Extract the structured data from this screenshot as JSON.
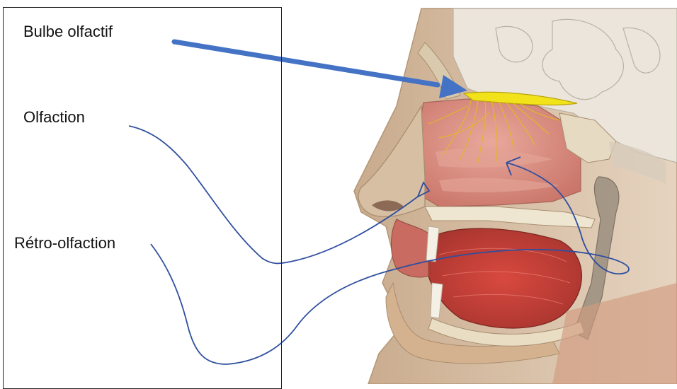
{
  "labels": {
    "bulbe": "Bulbe olfactif",
    "olfaction": "Olfaction",
    "retro": "Rétro-olfaction"
  },
  "colors": {
    "arrow_blue": "#4472c4",
    "pen_blue": "#2f4f9f",
    "bulb_yellow": "#f2e21a",
    "nasal_cavity": "#d98b7f",
    "skin": "#d8bfa6",
    "brain": "#e8e2d8",
    "muscle": "#c9574d",
    "bone": "#e9ddc4"
  }
}
